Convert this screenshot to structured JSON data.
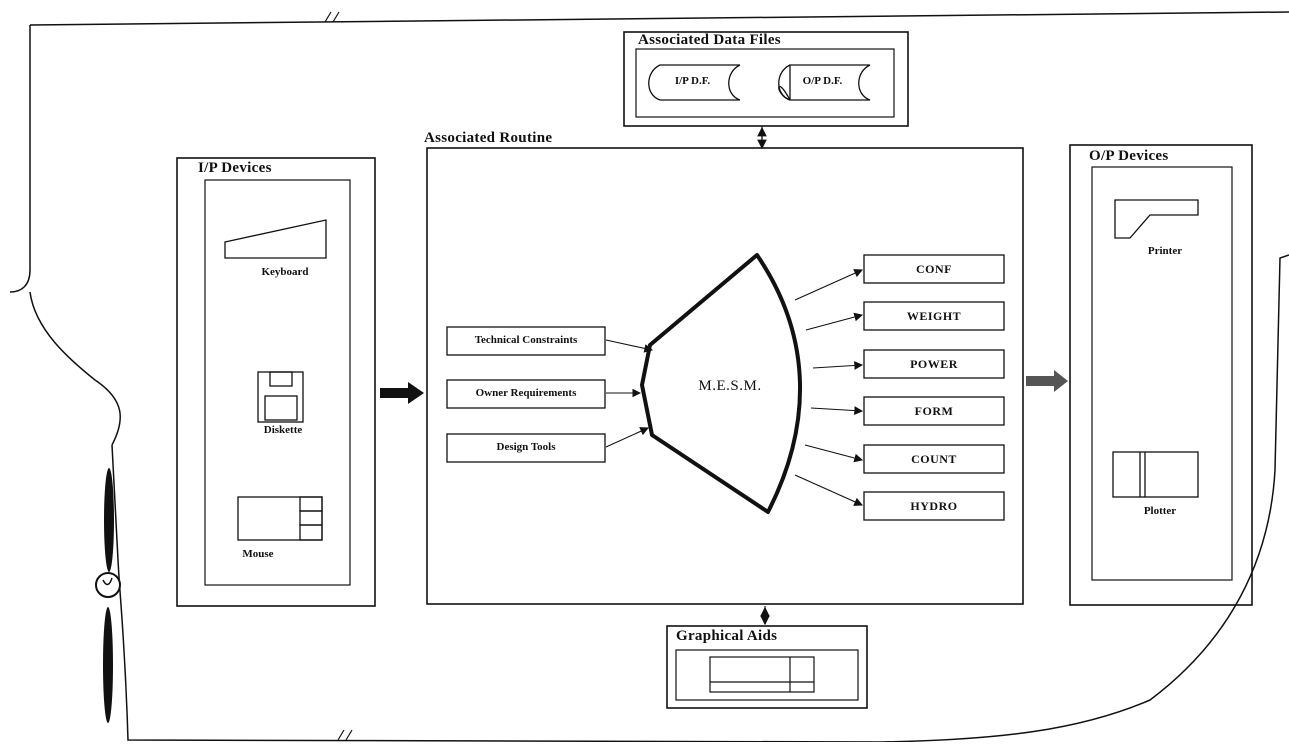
{
  "data_files": {
    "title": "Associated Data Files",
    "input": "I/P D.F.",
    "output": "O/P D.F."
  },
  "routine": {
    "title": "Associated Routine",
    "core": "M.E.S.M.",
    "inputs": [
      "Technical Constraints",
      "Owner Requirements",
      "Design Tools"
    ],
    "outputs": [
      "CONF",
      "WEIGHT",
      "POWER",
      "FORM",
      "COUNT",
      "HYDRO"
    ]
  },
  "ip_devices": {
    "title": "I/P Devices",
    "keyboard": "Keyboard",
    "diskette": "Diskette",
    "mouse": "Mouse"
  },
  "op_devices": {
    "title": "O/P Devices",
    "printer": "Printer",
    "plotter": "Plotter"
  },
  "graphical_aids": {
    "title": "Graphical Aids"
  }
}
